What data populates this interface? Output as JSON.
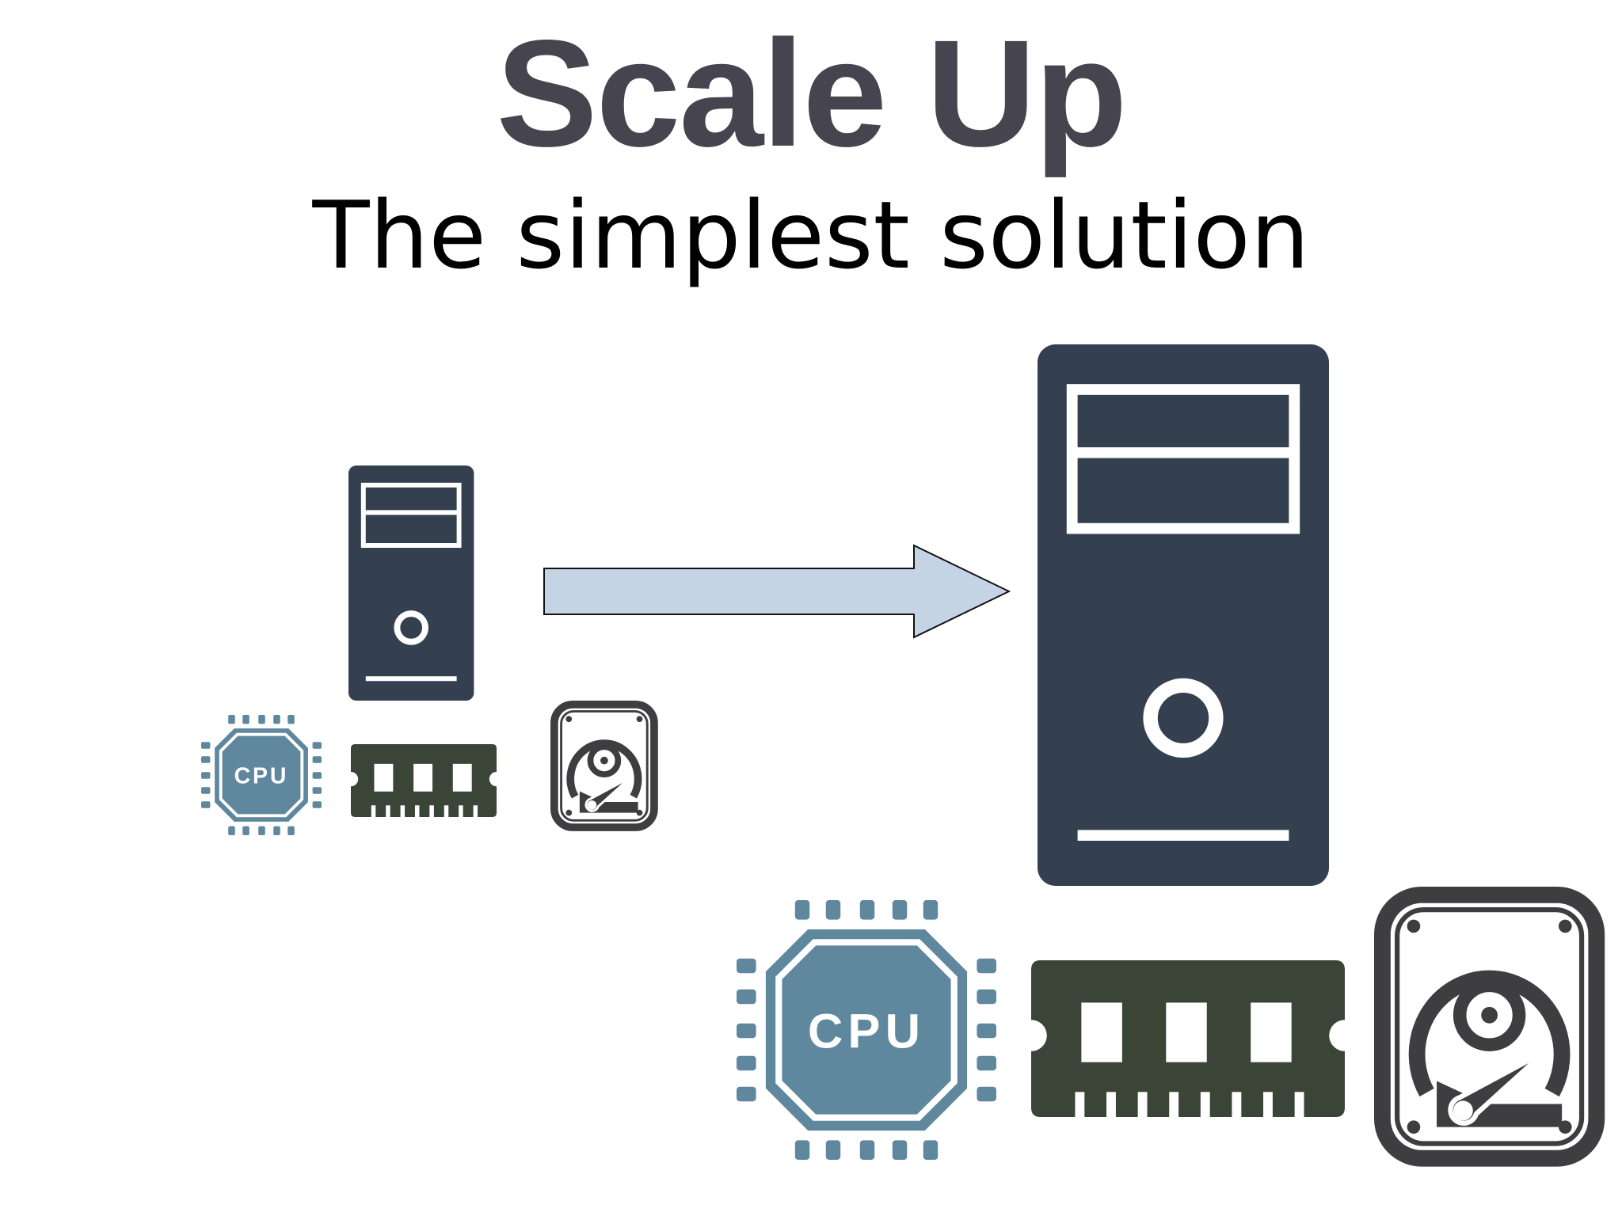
{
  "title": "Scale Up",
  "subtitle": "The simplest solution",
  "cpu_label": "CPU",
  "colors": {
    "title": "#45444f",
    "subtitle": "#000000",
    "server": "#343f4f",
    "cpu": "#5f879e",
    "ram": "#3a4437",
    "disk": "#3e3e40",
    "arrow_fill": "#c5d4e5",
    "arrow_stroke": "#111111"
  },
  "icons": [
    "server-tower-icon",
    "cpu-chip-icon",
    "ram-module-icon",
    "hard-disk-icon",
    "right-arrow-icon"
  ]
}
